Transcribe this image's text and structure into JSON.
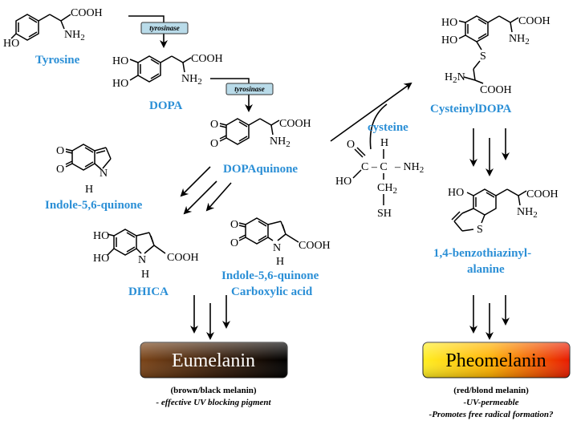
{
  "colors": {
    "label": "#2b8fd6",
    "enzyme_box": "#b9dbe9",
    "eumelanin_gradient": [
      "#6b3a15",
      "#3a1e0a",
      "#000000"
    ],
    "pheomelanin_gradient": [
      "#ffe61a",
      "#ff8a00",
      "#e81a00"
    ]
  },
  "labels": {
    "tyrosine": "Tyrosine",
    "dopa": "DOPA",
    "dopaquinone": "DOPAquinone",
    "indole_quinone": "Indole-5,6-quinone",
    "dhica": "DHICA",
    "indole_carboxylic_1": "Indole-5,6-quinone",
    "indole_carboxylic_2": "Carboxylic acid",
    "cysteinyldopa": "CysteinylDOPA",
    "benzothiazinyl_1": "1,4-benzothiazinyl-",
    "benzothiazinyl_2": "alanine",
    "cysteine": "cysteine"
  },
  "enzymes": {
    "enzyme1": "tyrosinase",
    "enzyme2": "tyrosinase"
  },
  "chem": {
    "cooh": "COOH",
    "nh2": "NH",
    "nh2_sub": "2",
    "ho": "HO",
    "o": "O",
    "h": "H",
    "n": "N",
    "s": "S",
    "sh": "SH",
    "c": "C",
    "ch2": "CH",
    "h2n": "H",
    "h2n_n": "N",
    "dash_nh2": "– NH",
    "c_dash_c": "C  –  C"
  },
  "pigments": {
    "eumelanin": {
      "name": "Eumelanin",
      "desc": "(brown/black melanin)",
      "note1": "- effective UV blocking pigment"
    },
    "pheomelanin": {
      "name": "Pheomelanin",
      "desc": "(red/blond melanin)",
      "note1": "-UV-permeable",
      "note2": "-Promotes free radical formation?"
    }
  }
}
